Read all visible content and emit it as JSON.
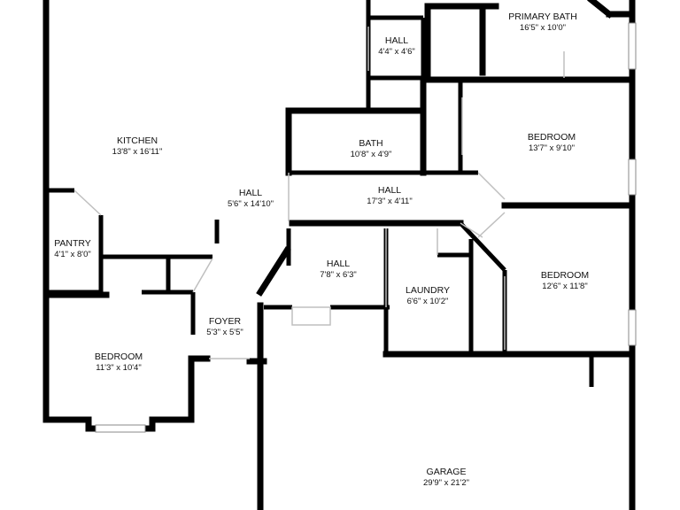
{
  "rooms": {
    "primary_bath": {
      "name": "PRIMARY BATH",
      "dim": "16'5\" x 10'0\""
    },
    "hall_top": {
      "name": "HALL",
      "dim": "4'4\" x 4'6\""
    },
    "kitchen": {
      "name": "KITCHEN",
      "dim": "13'8\" x 16'11\""
    },
    "bath": {
      "name": "BATH",
      "dim": "10'8\" x 4'9\""
    },
    "bedroom_right_top": {
      "name": "BEDROOM",
      "dim": "13'7\" x 9'10\""
    },
    "hall_center": {
      "name": "HALL",
      "dim": "5'6\" x 14'10\""
    },
    "hall_corridor": {
      "name": "HALL",
      "dim": "17'3\" x 4'11\""
    },
    "pantry": {
      "name": "PANTRY",
      "dim": "4'1\" x 8'0\""
    },
    "hall_lower": {
      "name": "HALL",
      "dim": "7'8\" x 6'3\""
    },
    "bedroom_right_bottom": {
      "name": "BEDROOM",
      "dim": "12'6\" x 11'8\""
    },
    "laundry": {
      "name": "LAUNDRY",
      "dim": "6'6\" x 10'2\""
    },
    "foyer": {
      "name": "FOYER",
      "dim": "5'3\" x 5'5\""
    },
    "bedroom_left": {
      "name": "BEDROOM",
      "dim": "11'3\" x 10'4\""
    },
    "garage": {
      "name": "GARAGE",
      "dim": "29'9\" x 21'2\""
    }
  }
}
